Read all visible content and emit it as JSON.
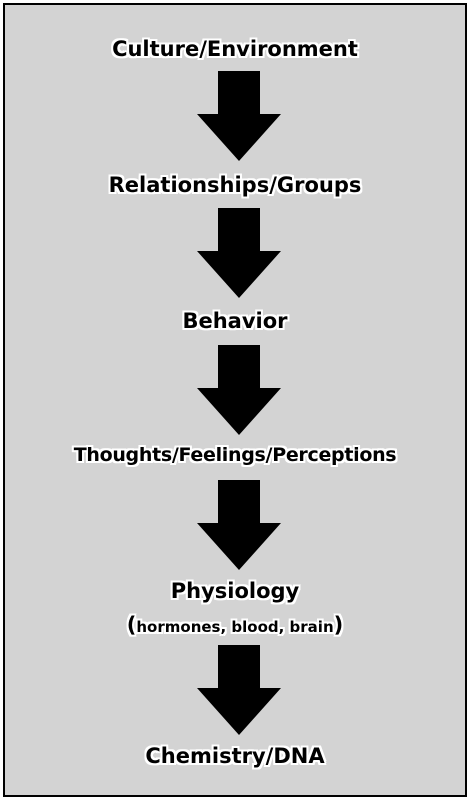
{
  "diagram": {
    "levels": [
      "Culture/Environment",
      "Relationships/Groups",
      "Behavior",
      "Thoughts/Feelings/Perceptions",
      "Physiology",
      "Chemistry/DNA"
    ],
    "physiology_note": "hormones, blood, brain",
    "colors": {
      "background": "#d3d3d3",
      "arrow": "#000000",
      "text": "#000000",
      "text_outline": "#ffffff",
      "border": "#000000"
    }
  }
}
